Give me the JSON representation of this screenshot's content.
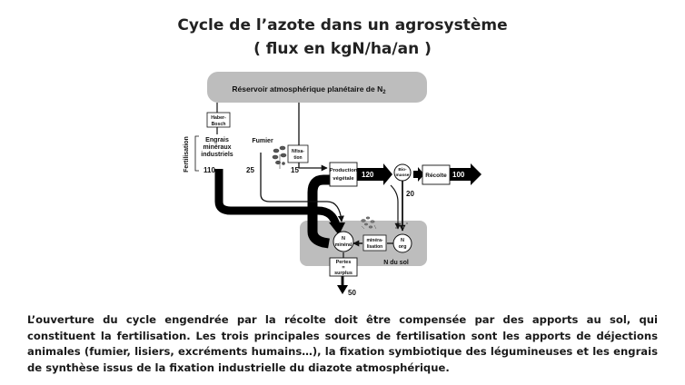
{
  "header": {
    "title": "Cycle de l’azote dans un agrosystème",
    "subtitle": "( flux en kgN/ha/an )"
  },
  "diagram": {
    "reservoir_label": "Réservoir atmosphérique planétaire de N",
    "reservoir_sub": "2",
    "haber_line1": "Haber-",
    "haber_line2": "Bosch",
    "fertilisation_label": "Fertilisation",
    "engrais_line1": "Engrais",
    "engrais_line2": "minéraux",
    "engrais_line3": "industriels",
    "fumier_label": "Fumier",
    "nfixation_line1": "Nfixa-",
    "nfixation_line2": "tion",
    "production_line1": "Production",
    "production_line2": "végétale",
    "biomasse_line1": "Bio-",
    "biomasse_line2": "masse",
    "recolte_label": "Récolte",
    "n_mineral_line1": "N",
    "n_mineral_line2": "minéral",
    "mineralisation_line1": "minéra-",
    "mineralisation_line2": "lisation",
    "n_org_line1": "N",
    "n_org_line2": "org",
    "pertes_line1": "Pertes",
    "pertes_line2": "=",
    "pertes_line3": "surplus",
    "sol_label": "N du sol",
    "flux_engrais": "110",
    "flux_fumier": "25",
    "flux_fixation": "15",
    "flux_production": "120",
    "flux_recolte": "100",
    "flux_biomasse_sol": "20",
    "flux_pertes": "50"
  },
  "caption": "L’ouverture du cycle engendrée par la récolte doit être compensée par des apports au sol, qui constituent la fertilisation. Les trois principales sources de fertilisation sont les apports de déjections animales (fumier, lisiers, excréments humains…), la fixation symbiotique des légumineuses et les engrais de synthèse issus de la fixation industrielle du diazote atmosphérique."
}
